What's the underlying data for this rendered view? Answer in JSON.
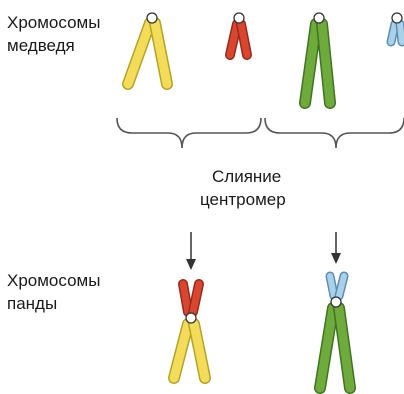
{
  "labels": {
    "bear_line1": "Хромосомы",
    "bear_line2": "медведя",
    "panda_line1": "Хромосомы",
    "panda_line2": "панды",
    "fusion_line1": "Слияние",
    "fusion_line2": "центромер"
  },
  "colors": {
    "yellow": "#f2dc5a",
    "yellow_edge": "#b8a224",
    "red": "#d9462f",
    "red_edge": "#9a2a18",
    "green": "#6faa3c",
    "green_edge": "#3f7420",
    "blue": "#a9d2ea",
    "blue_edge": "#5a8fb2",
    "centromere": "#ffffff",
    "line": "#555555"
  }
}
